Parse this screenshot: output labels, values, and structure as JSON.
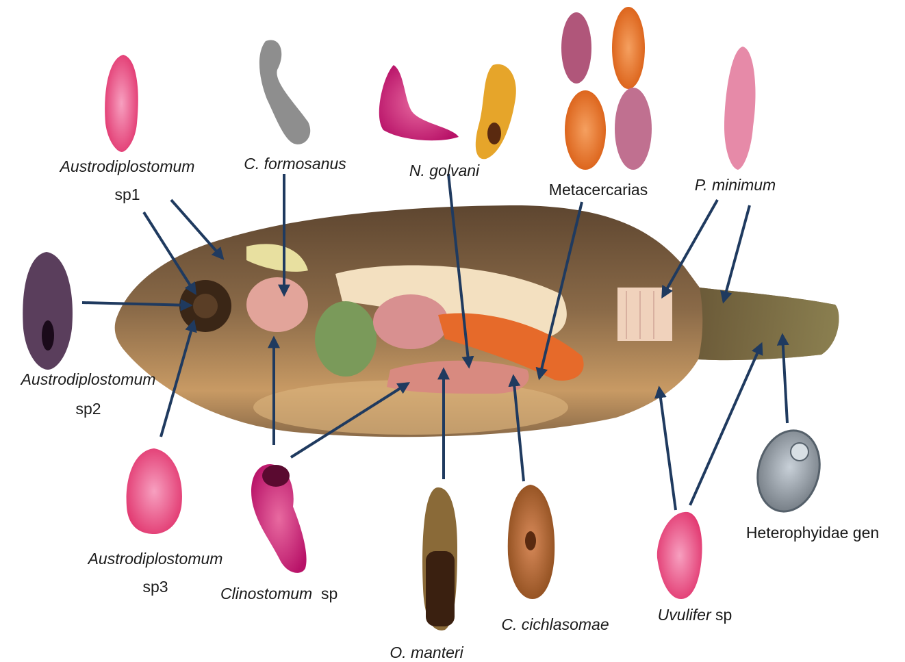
{
  "labels": {
    "austro1_genus": "Austrodiplostomum",
    "austro1_sp": "sp1",
    "austro2_genus": "Austrodiplostomum",
    "austro2_sp": "sp2",
    "austro3_genus": "Austrodiplostomum",
    "austro3_sp": "sp3",
    "c_formosanus": "C. formosanus",
    "n_golvani": "N. golvani",
    "metacercarias": "Metacercarias",
    "p_minimum": "P. minimum",
    "clinostomum_genus": "Clinostomum",
    "clinostomum_sp": "sp",
    "o_manteri": "O. manteri",
    "c_cichlasomae": "C. cichlasomae",
    "uvulifer_genus": "Uvulifer",
    "uvulifer_sp": "sp",
    "heterophyidae": "Heterophyidae gen"
  },
  "colors": {
    "arrow": "#1f3a5f",
    "fish_body": "#7a5a3a",
    "fish_belly": "#d9b07a",
    "parasite_pink": "#e0457a",
    "parasite_magenta": "#c01870",
    "parasite_orange": "#e8701a",
    "parasite_purple": "#5a3a5a",
    "parasite_gold": "#e0a020",
    "parasite_brown": "#7a4a20",
    "parasite_grey": "#909090"
  }
}
